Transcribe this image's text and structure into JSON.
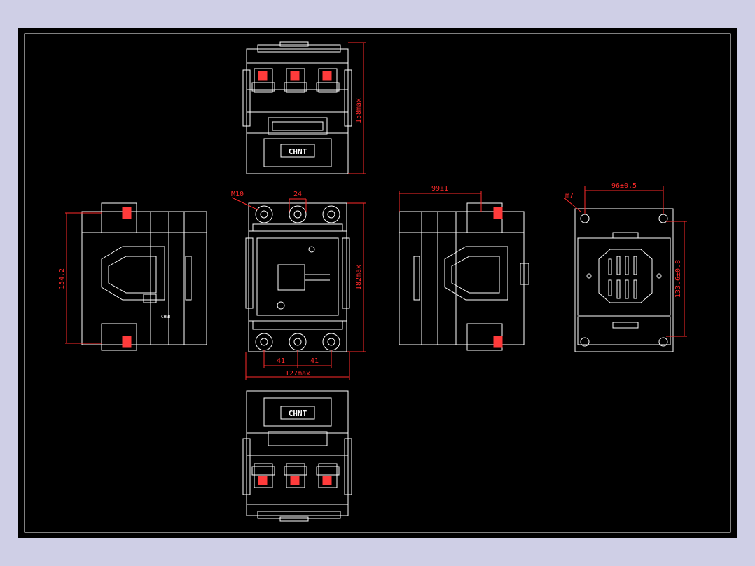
{
  "colors": {
    "outside": "#cfcfe6",
    "paper": "#000000",
    "line": "#ffffff",
    "dimension": "#ff2a2a",
    "accent": "#ff3b3b"
  },
  "brand_label": "CHNT",
  "dimensions": {
    "top_view_height": "158max",
    "side_left_height": "154.2",
    "front_width_top": "24",
    "front_height": "182max",
    "thread_label": "M10",
    "pitch_left": "41",
    "pitch_right": "41",
    "overall_width": "127max",
    "side_right_width": "99±1",
    "rear_width": "96±0.5",
    "rear_hole_label": "m7",
    "rear_height": "133.6±0.8"
  }
}
